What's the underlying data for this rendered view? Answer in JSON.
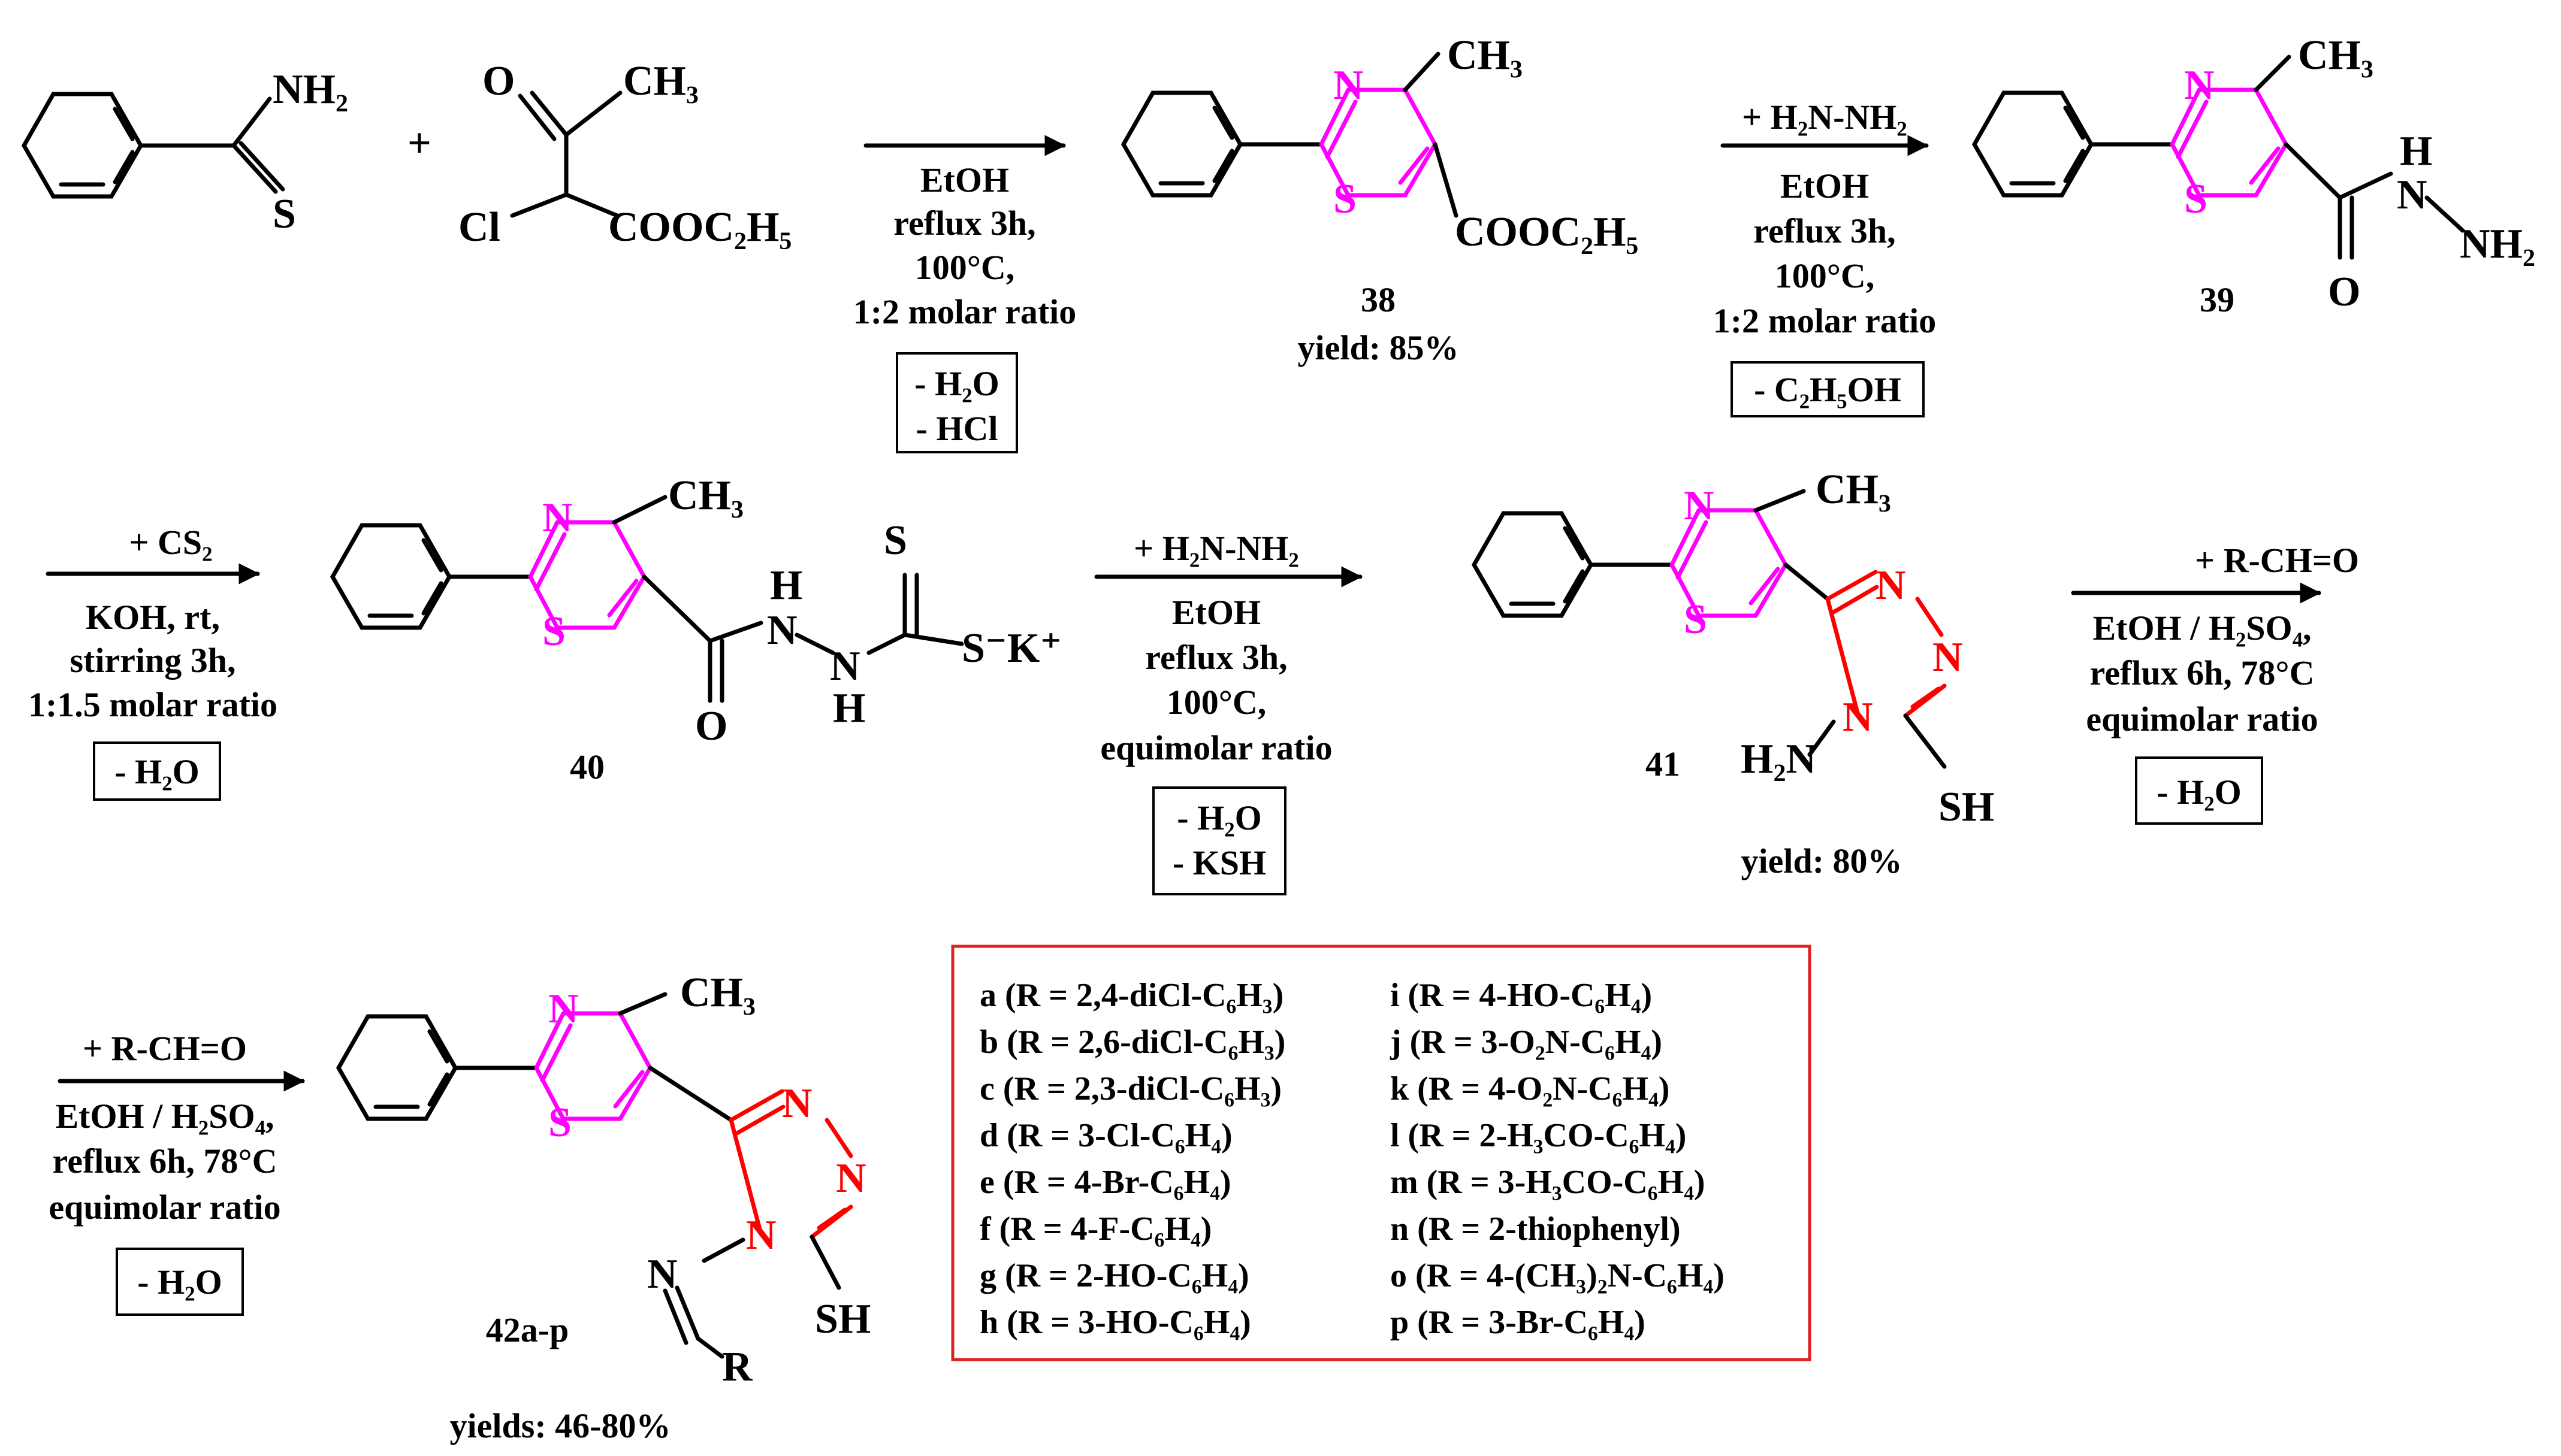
{
  "reagents": {
    "thioamide": {
      "nh2": "NH₂",
      "s": "S"
    },
    "plus": "+",
    "ketoester": {
      "o": "O",
      "ch3": "CH₃",
      "cl": "Cl",
      "ester": "COOC₂H₅"
    }
  },
  "step1": {
    "conditions": [
      "EtOH",
      "reflux 3h,",
      "100°C,",
      "1:2 molar ratio"
    ],
    "byproducts": [
      "- H₂O",
      "- HCl"
    ]
  },
  "compound38": {
    "ch3": "CH₃",
    "n": "N",
    "s": "S",
    "ester": "COOC₂H₅",
    "label": "38",
    "yield": "yield: 85%"
  },
  "step2": {
    "reagent": "+ H₂N-NH₂",
    "conditions": [
      "EtOH",
      "reflux 3h,",
      "100°C,",
      "1:2 molar ratio"
    ],
    "byproduct": "- C₂H₅OH"
  },
  "compound39": {
    "ch3": "CH₃",
    "n": "N",
    "s": "S",
    "h": "H",
    "nh": "N",
    "nh2": "NH₂",
    "o": "O",
    "label": "39"
  },
  "step3": {
    "reagent": "+ CS₂",
    "conditions": [
      "KOH, rt,",
      "stirring 3h,",
      "1:1.5 molar ratio"
    ],
    "byproduct": "- H₂O"
  },
  "compound40": {
    "ch3": "CH₃",
    "n": "N",
    "s": "S",
    "h1": "H",
    "n1": "N",
    "n2": "N",
    "h2": "H",
    "cs": "S",
    "sk": "S⁻K⁺",
    "o": "O",
    "label": "40"
  },
  "step4": {
    "reagent": "+ H₂N-NH₂",
    "conditions": [
      "EtOH",
      "reflux 3h,",
      "100°C,",
      "equimolar ratio"
    ],
    "byproducts": [
      "- H₂O",
      "- KSH"
    ]
  },
  "compound41": {
    "ch3": "CH₃",
    "n": "N",
    "s": "S",
    "tn1": "N",
    "tn2": "N",
    "tn4": "N",
    "nh2": "H₂N",
    "sh": "SH",
    "label": "41",
    "yield": "yield: 80%"
  },
  "step5": {
    "reagent": "+ R-CH=O",
    "conditions": [
      "EtOH / H₂SO₄,",
      "reflux 6h, 78°C",
      "equimolar ratio"
    ],
    "byproduct": "- H₂O"
  },
  "step6": {
    "reagent": "+ R-CH=O",
    "conditions": [
      "EtOH / H₂SO₄,",
      "reflux 6h, 78°C",
      "equimolar ratio"
    ],
    "byproduct": "- H₂O"
  },
  "compound42": {
    "ch3": "CH₃",
    "n": "N",
    "s": "S",
    "tn1": "N",
    "tn2": "N",
    "tn4": "N",
    "imine_n": "N",
    "r": "R",
    "sh": "SH",
    "label": "42a-p",
    "yield": "yields: 46-80%"
  },
  "substituents": {
    "left": [
      "a (R = 2,4-diCl-C₆H₃)",
      "b (R = 2,6-diCl-C₆H₃)",
      "c (R = 2,3-diCl-C₆H₃)",
      "d (R = 3-Cl-C₆H₄)",
      "e (R = 4-Br-C₆H₄)",
      "f (R = 4-F-C₆H₄)",
      "g (R = 2-HO-C₆H₄)",
      "h (R = 3-HO-C₆H₄)"
    ],
    "right": [
      "i (R = 4-HO-C₆H₄)",
      "j (R = 3-O₂N-C₆H₄)",
      "k (R = 4-O₂N-C₆H₄)",
      "l (R = 2-H₃CO-C₆H₄)",
      "m (R = 3-H₃CO-C₆H₄)",
      "n (R = 2-thiophenyl)",
      "o (R = 4-(CH₃)₂N-C₆H₄)",
      "p (R = 3-Br-C₆H₄)"
    ]
  },
  "colors": {
    "thiazole": "#ff00ff",
    "triazole": "#ff0000",
    "legend_border": "#e02020",
    "ink": "#000000"
  }
}
